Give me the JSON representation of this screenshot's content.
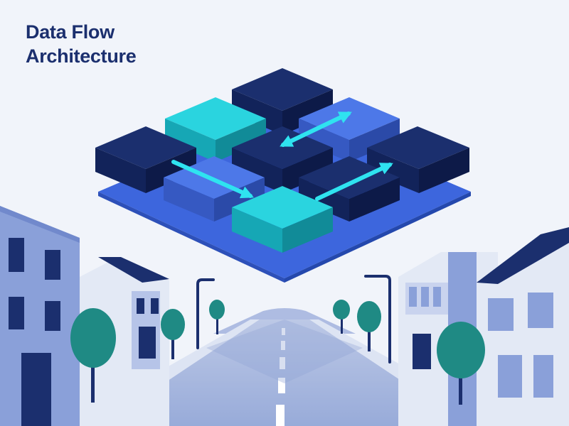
{
  "heading": {
    "line1": "Data Flow",
    "line2": "Architecture"
  },
  "palette": {
    "navy": "#1b2f6e",
    "blue": "#3d66dd",
    "teal": "#19c9d6",
    "cyan_arrow": "#2fe3f0",
    "tree": "#1f8a84",
    "building_light": "#e3e9f5",
    "building_blue": "#8aa0d9"
  },
  "illustration": {
    "blocks": [
      {
        "name": "block-top",
        "color": "navy"
      },
      {
        "name": "block-left-teal",
        "color": "teal"
      },
      {
        "name": "block-right-blue",
        "color": "blue"
      },
      {
        "name": "block-left-navy",
        "color": "navy"
      },
      {
        "name": "block-center-navy",
        "color": "navy"
      },
      {
        "name": "block-right-navy",
        "color": "navy"
      },
      {
        "name": "block-front-left-blue",
        "color": "blue"
      },
      {
        "name": "block-front-right-navy",
        "color": "navy"
      },
      {
        "name": "block-front-teal",
        "color": "teal"
      }
    ],
    "arrows": [
      {
        "name": "double-arrow-icon",
        "kind": "bidirectional"
      },
      {
        "name": "arrow-down-right-icon",
        "kind": "one-way"
      },
      {
        "name": "arrow-up-right-icon",
        "kind": "one-way"
      }
    ]
  }
}
